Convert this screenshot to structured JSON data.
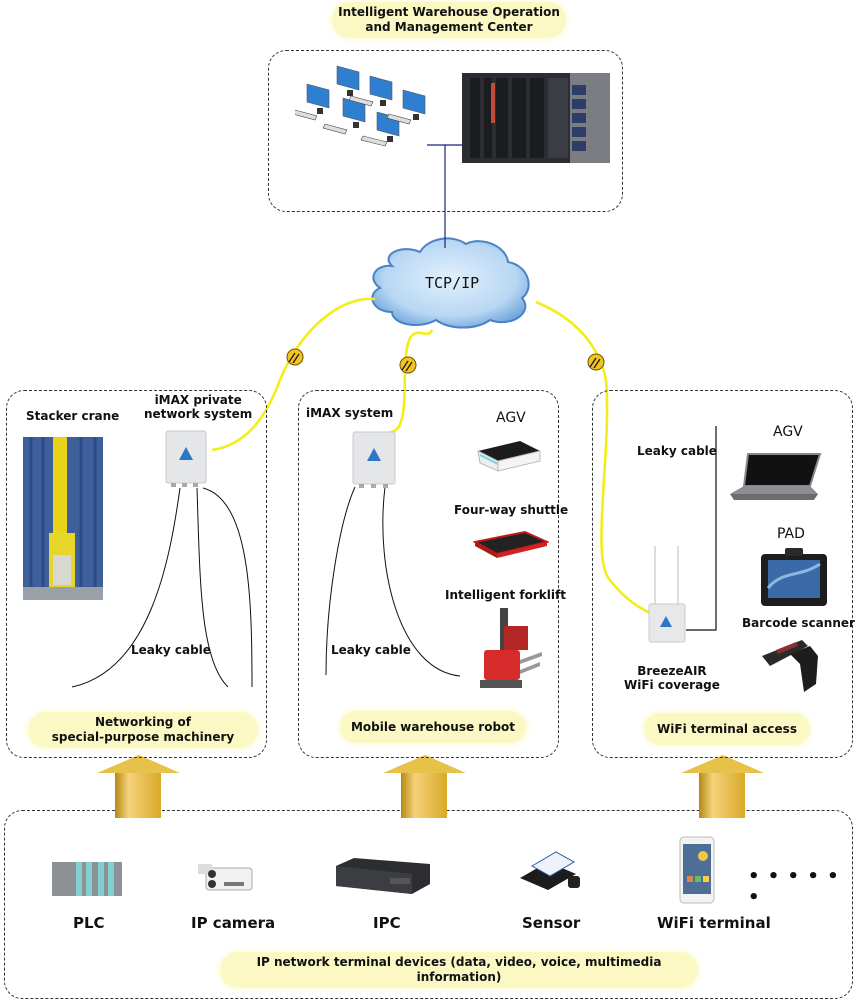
{
  "title": {
    "line1": "Intelligent Warehouse Operation",
    "line2": "and Management Center"
  },
  "cloud": {
    "label": "TCP/IP",
    "icon": "cloud-icon"
  },
  "center": {
    "workstations_icon": "workstations-icon",
    "servers_icon": "server-rack-icon"
  },
  "panels": [
    {
      "caption_line1": "Networking of",
      "caption_line2": "special-purpose machinery",
      "stacker_label": "Stacker crane",
      "device_label_line1": "iMAX private",
      "device_label_line2": "network system",
      "cable_label": "Leaky cable"
    },
    {
      "caption": "Mobile warehouse robot",
      "device_label": "iMAX system",
      "cable_label": "Leaky cable",
      "robots": [
        {
          "label": "AGV"
        },
        {
          "label": "Four-way shuttle"
        },
        {
          "label": "Intelligent forklift"
        }
      ]
    },
    {
      "caption": "WiFi terminal access",
      "cable_label": "Leaky cable",
      "ap_label_line1": "BreezeAIR",
      "ap_label_line2": "WiFi coverage",
      "terminals": [
        {
          "label": "AGV"
        },
        {
          "label": "PAD"
        },
        {
          "label": "Barcode scanner"
        }
      ]
    }
  ],
  "terminals": {
    "caption": "IP network terminal devices (data, video, voice, multimedia information)",
    "devices": [
      {
        "label": "PLC"
      },
      {
        "label": "IP camera"
      },
      {
        "label": "IPC"
      },
      {
        "label": "Sensor"
      },
      {
        "label": "WiFi terminal"
      }
    ],
    "more": "• • • • • •"
  },
  "colors": {
    "pill": "#fbf8c4",
    "cable": "#f5ef1e",
    "cloud": "#a9cdf0",
    "arrow": "#e8bd4a"
  }
}
